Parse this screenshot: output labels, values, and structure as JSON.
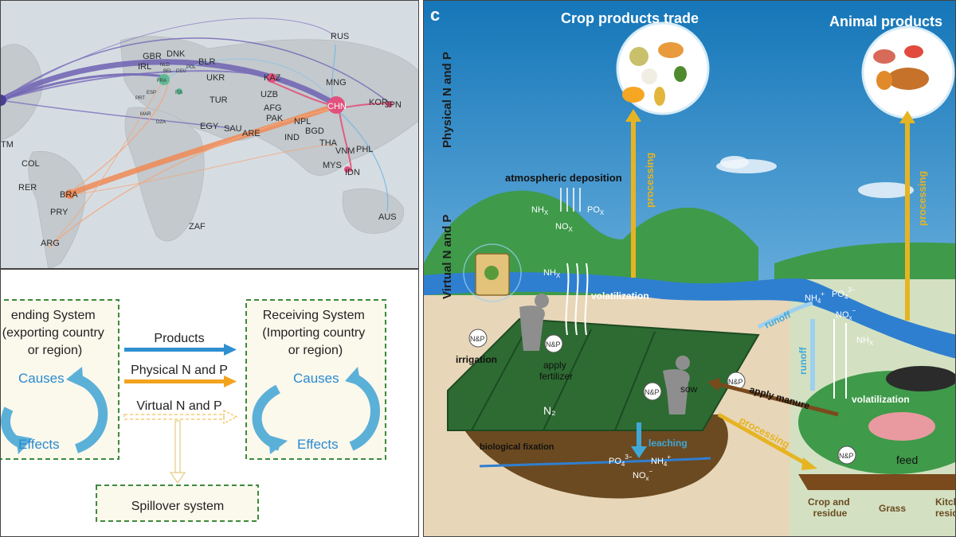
{
  "map": {
    "country_codes": [
      "RUS",
      "GBR",
      "DNK",
      "IRL",
      "NLD",
      "BLR",
      "UKR",
      "KAZ",
      "MNG",
      "UZB",
      "CHN",
      "KOR",
      "JPN",
      "TUR",
      "AFG",
      "PAK",
      "NPL",
      "EGY",
      "SAU",
      "ARE",
      "BGD",
      "IND",
      "THA",
      "VNM",
      "PHL",
      "MYS",
      "IDN",
      "TM",
      "COL",
      "RER",
      "BRA",
      "PRY",
      "ZAF",
      "ARG",
      "AUS",
      "ITA",
      "FRA",
      "MAR",
      "DZA",
      "PRT",
      "ESP",
      "DEU",
      "POL",
      "BEL"
    ]
  },
  "flow": {
    "sending_system": "ending System\n(exporting country\nor region)",
    "receiving_system": "Receiving System\n(Importing country\nor region)",
    "causes_left": "Causes",
    "effects_left": "Effects",
    "causes_right": "Causes",
    "effects_right": "Effects",
    "products": "Products",
    "physical": "Physical N and P",
    "virtual": "Virtual N and P",
    "spillover": "Spillover system",
    "colors": {
      "products": "#2f8fd0",
      "physical": "#f2a31d",
      "virtual": "#f7d27a",
      "cycle": "#5bb0d8"
    }
  },
  "panel_c": {
    "letter": "c",
    "crop_trade": "Crop products trade",
    "animal_trade": "Animal products",
    "axis_physical": "Physical N and P",
    "axis_virtual": "Virtual N and P",
    "atmospheric_deposition": "atmospheric deposition",
    "nhx": "NH",
    "nox": "NO",
    "pox": "PO",
    "sub_x": "X",
    "volatilization": "volatilization",
    "runoff": "runoff",
    "irrigation": "irrigation",
    "apply_fertilizer": "apply\nfertilizer",
    "sow": "sow",
    "apply_manure": "apply manure",
    "n2": "N₂",
    "biological_fixation": "biological fixation",
    "leaching": "leaching",
    "po4": "PO",
    "nh4": "NH",
    "processing": "processing",
    "feed": "feed",
    "np_badge": "N&P",
    "crop_residue": "Crop and\nresidue",
    "grass": "Grass",
    "kitchen_residue": "Kitch\nresid"
  }
}
